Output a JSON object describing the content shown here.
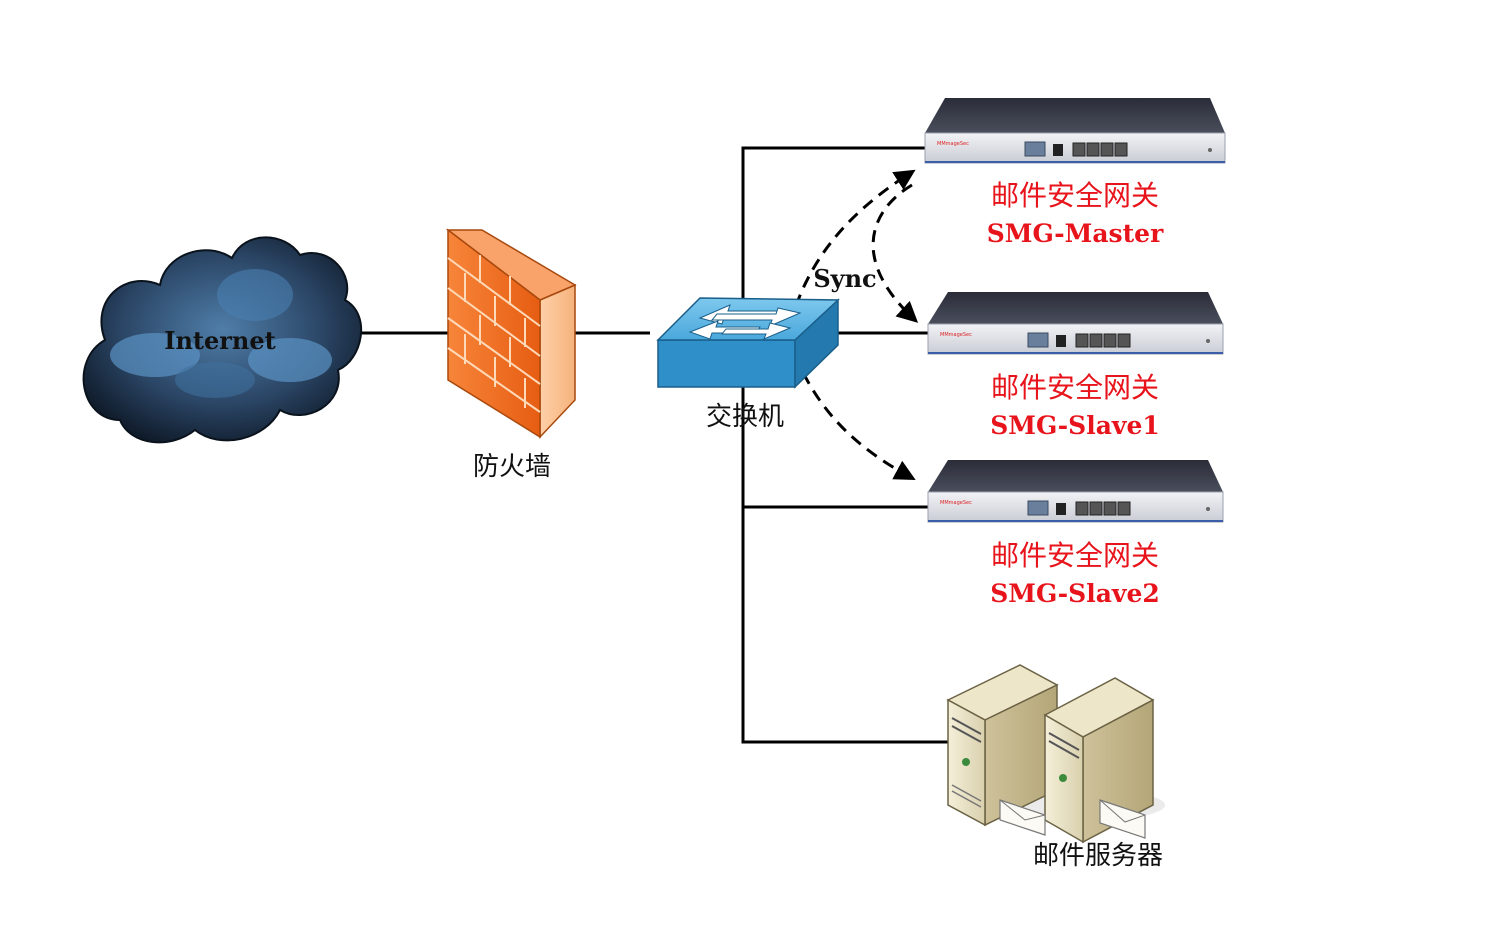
{
  "nodes": {
    "internet": {
      "label": "Internet",
      "icon": "cloud-icon"
    },
    "firewall": {
      "label": "防火墙",
      "icon": "firewall-icon"
    },
    "switch": {
      "label": "交换机",
      "icon": "switch-icon"
    },
    "gateways": [
      {
        "title": "邮件安全网关",
        "name": "SMG-Master",
        "brand": "MMmageSec"
      },
      {
        "title": "邮件安全网关",
        "name": "SMG-Slave1",
        "brand": "MMmageSec"
      },
      {
        "title": "邮件安全网关",
        "name": "SMG-Slave2",
        "brand": "MMmageSec"
      }
    ],
    "mail_server": {
      "label": "邮件服务器",
      "icon": "server-icon"
    }
  },
  "sync_label": "Sync",
  "colors": {
    "label": "#111111",
    "gateway_label": "#e8141b",
    "firewall": "#f26b1d",
    "switch": "#3aa0d5",
    "cloud": "#1f3147",
    "line": "#000000"
  }
}
